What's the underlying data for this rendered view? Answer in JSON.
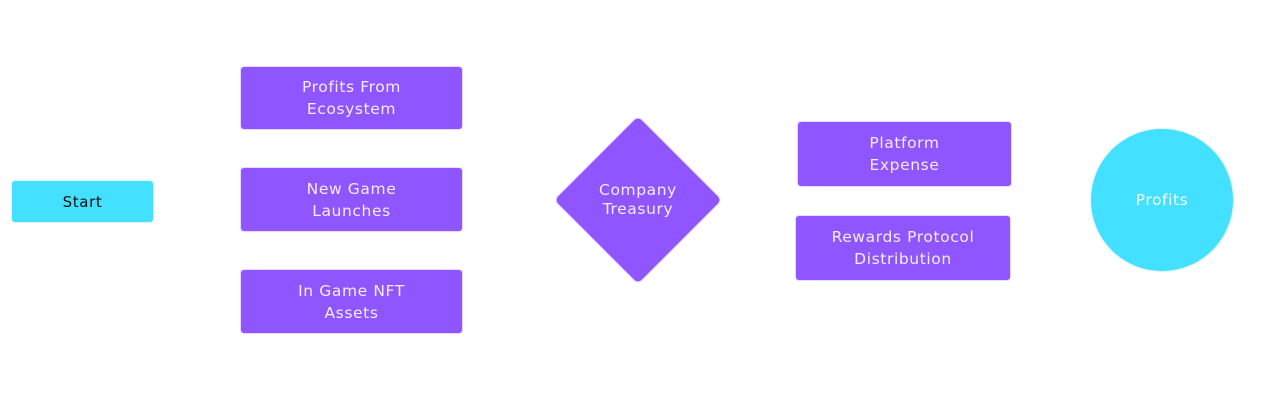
{
  "diagram": {
    "start": {
      "label": "Start"
    },
    "sources": [
      {
        "label": "Profits From\nEcosystem"
      },
      {
        "label": "New Game\nLaunches"
      },
      {
        "label": "In Game NFT\nAssets"
      }
    ],
    "decision": {
      "label": "Company\nTreasury"
    },
    "outputs": [
      {
        "label": "Platform\nExpense"
      },
      {
        "label": "Rewards Protocol\nDistribution"
      }
    ],
    "end": {
      "label": "Profits"
    },
    "colors": {
      "process": "#8f55ff",
      "terminal": "#44e0ff"
    }
  }
}
